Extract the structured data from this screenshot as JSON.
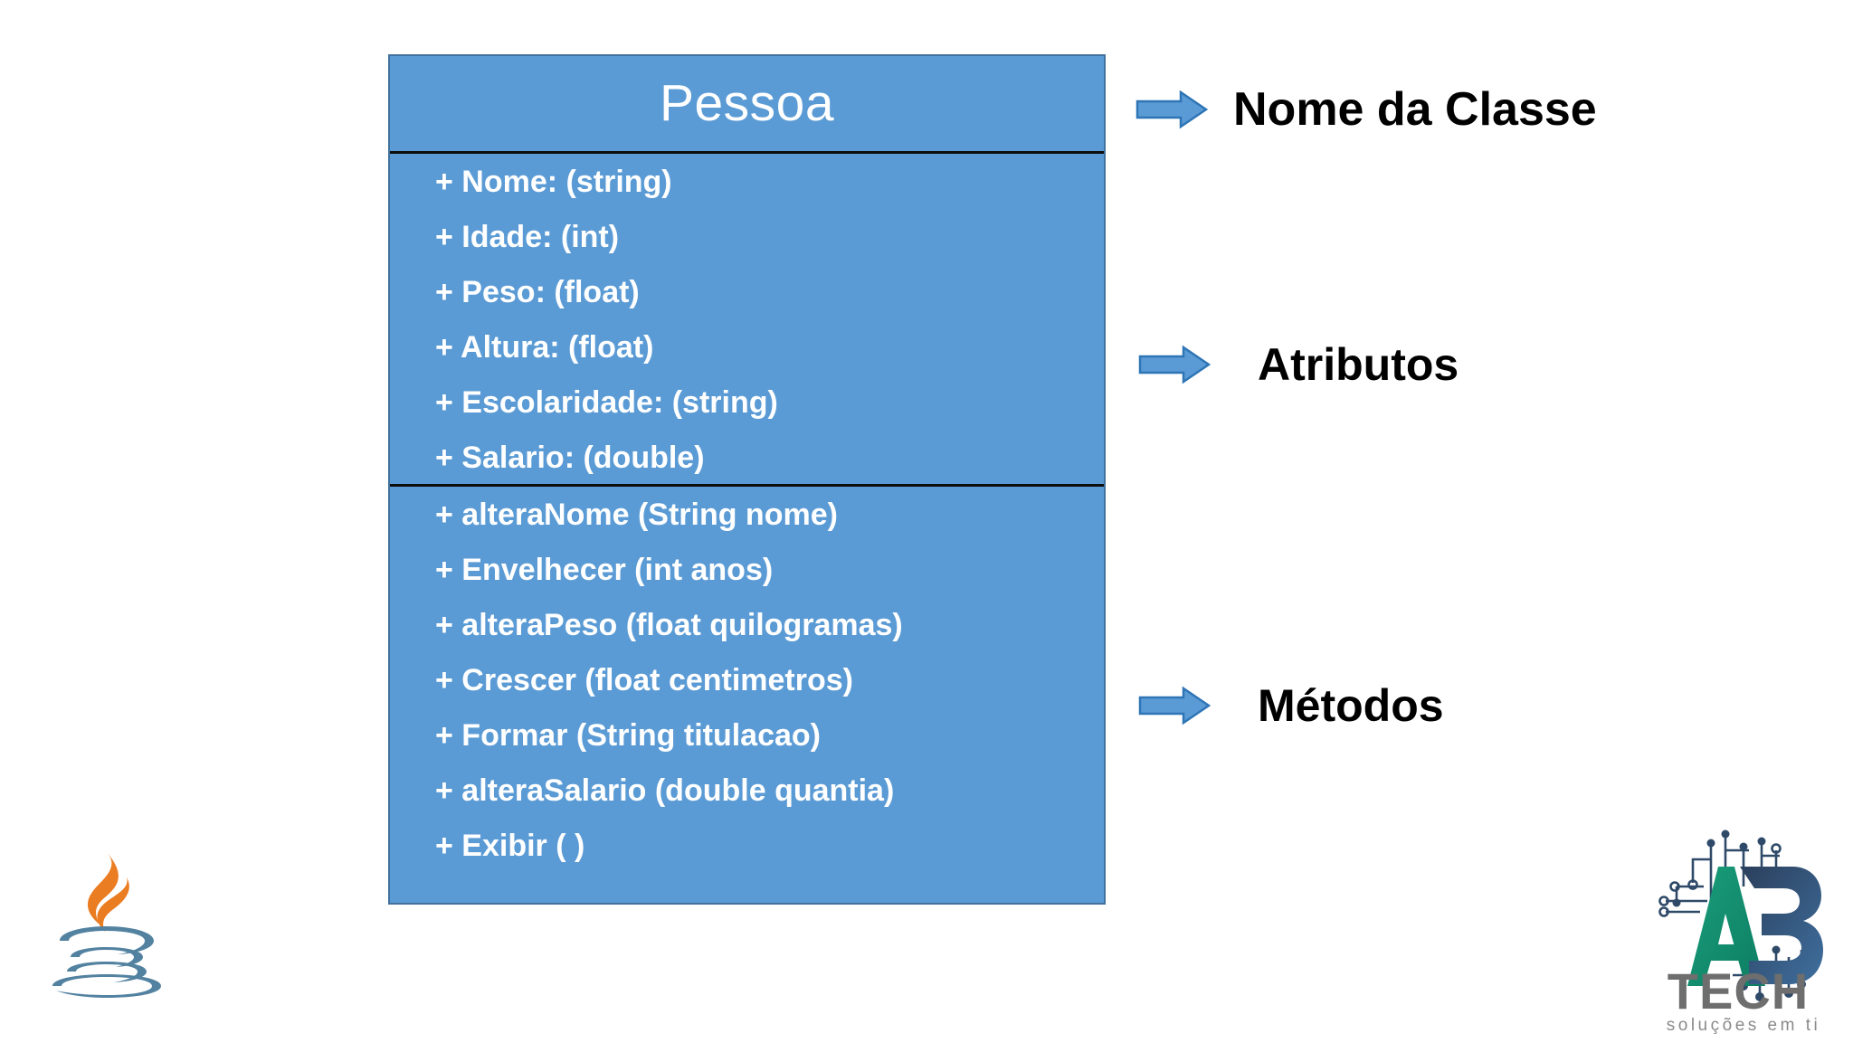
{
  "uml_class": {
    "name": "Pessoa",
    "attributes": [
      "+ Nome: (string)",
      "+ Idade: (int)",
      "+ Peso: (float)",
      "+ Altura: (float)",
      "+ Escolaridade: (string)",
      "+ Salario: (double)"
    ],
    "methods": [
      "+ alteraNome (String nome)",
      "+ Envelhecer (int anos)",
      "+ alteraPeso (float quilogramas)",
      "+ Crescer (float centimetros)",
      "+ Formar (String titulacao)",
      "+ alteraSalario (double quantia)",
      "+ Exibir ( )"
    ],
    "colors": {
      "fill": "#5b9bd5",
      "border": "#41719c",
      "divider": "#0d0d0d",
      "text": "#ffffff"
    }
  },
  "annotations": [
    {
      "id": "class-name",
      "label": "Nome da Classe",
      "icon": "right-block-arrow-icon"
    },
    {
      "id": "attributes",
      "label": "Atributos",
      "icon": "right-block-arrow-icon"
    },
    {
      "id": "methods",
      "label": "Métodos",
      "icon": "right-block-arrow-icon"
    }
  ],
  "arrow": {
    "fill": "#5b9bd5",
    "border": "#2e75b6"
  },
  "logos": {
    "java": {
      "name": "java-logo",
      "steam_color": "#ea7c22",
      "cup_color": "#5382a1"
    },
    "a3tech": {
      "name": "a3tech-logo",
      "brand_a": "A",
      "brand_3": "3",
      "wordmark": "TECH",
      "tagline": "soluções em ti",
      "a_color": "#0f9b72",
      "three_color": "#2f4a68",
      "wordmark_color": "#6e6e6e",
      "tagline_color": "#8a8a8a",
      "circuit_color": "#2f4a68"
    }
  }
}
